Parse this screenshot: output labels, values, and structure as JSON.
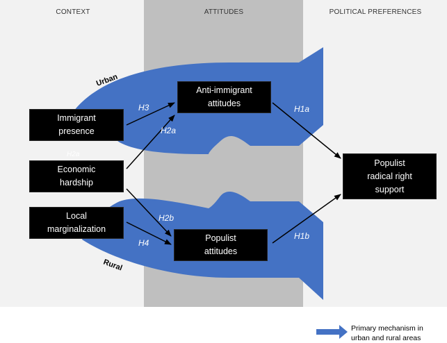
{
  "columns": {
    "context": "CONTEXT",
    "attitudes": "ATTITUDES",
    "political_preferences": "POLITICAL PREFERENCES"
  },
  "nodes": {
    "immigrant_presence": "Immigrant\npresence",
    "economic_hardship": "Economic\nhardship",
    "local_marginalization": "Local\nmarginalization",
    "anti_immigrant_attitudes": "Anti-immigrant\nattitudes",
    "populist_attitudes": "Populist\nattitudes",
    "populist_radical_right_support": "Populist\nradical right\nsupport"
  },
  "hypotheses": {
    "h3": "H3",
    "h2a": "H2a",
    "h1a": "H1a",
    "h2b": "H2b",
    "h4": "H4",
    "h1b": "H1b",
    "ghost_h2a": "H2a"
  },
  "flow_labels": {
    "urban": "Urban",
    "rural": "Rural"
  },
  "legend": {
    "label": "Primary mechanism in\nurban and rural areas"
  },
  "colors": {
    "flow_arrow": "#4472c4",
    "background_column": "#f2f2f2",
    "attitudes_column": "#bfbfbf",
    "node_fill": "#000000",
    "node_text": "#ffffff"
  }
}
